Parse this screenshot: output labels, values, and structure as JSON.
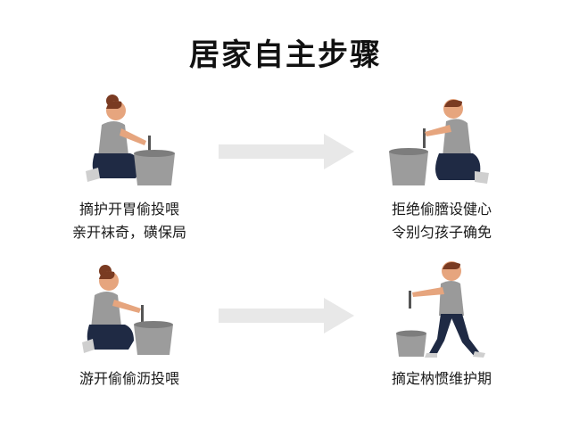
{
  "title": "居家自主步骤",
  "steps": [
    {
      "lines": [
        "摘护开胃偷投喂",
        "亲开袜奇，磺保局"
      ]
    },
    {
      "lines": [
        "拒绝偷膪设健心",
        "令别匀孩子确免"
      ]
    },
    {
      "lines": [
        "游开偷偷沥投喂"
      ]
    },
    {
      "lines": [
        "摘定枘惯维护期"
      ]
    }
  ],
  "colors": {
    "skin": "#e6a57e",
    "hair": "#7a3b22",
    "shirt": "#9a9a9a",
    "pants": "#1f2a44",
    "bucket": "#9c9c9c",
    "arrow": "#e8e8e8"
  }
}
